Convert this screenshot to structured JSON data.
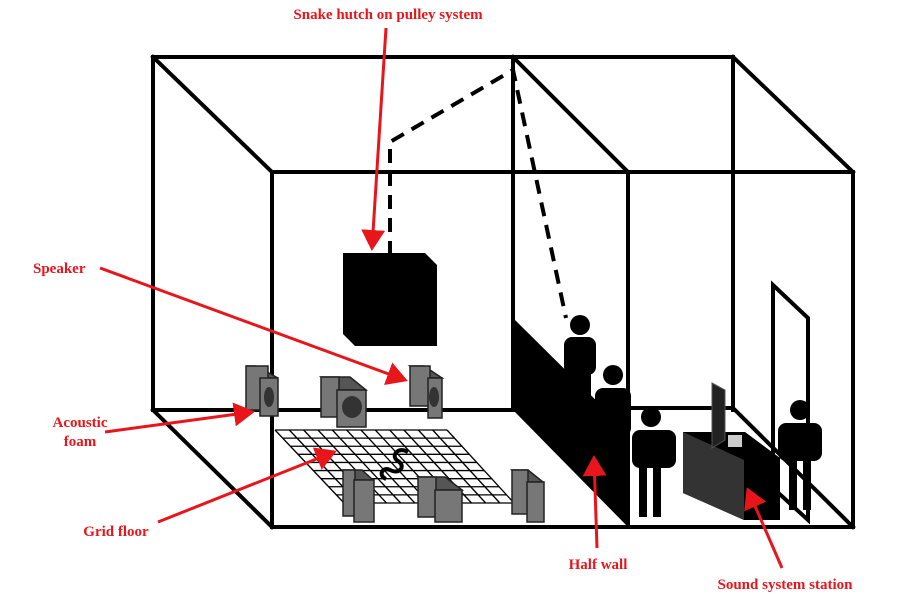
{
  "labels": {
    "hutch": "Snake hutch on pulley system",
    "speaker": "Speaker",
    "acoustic_foam_line1": "Acoustic",
    "acoustic_foam_line2": "foam",
    "grid_floor": "Grid floor",
    "half_wall": "Half wall",
    "sound_station": "Sound system station"
  },
  "colors": {
    "label": "#e8151b",
    "structure": "#000000",
    "speaker": "#777777"
  }
}
